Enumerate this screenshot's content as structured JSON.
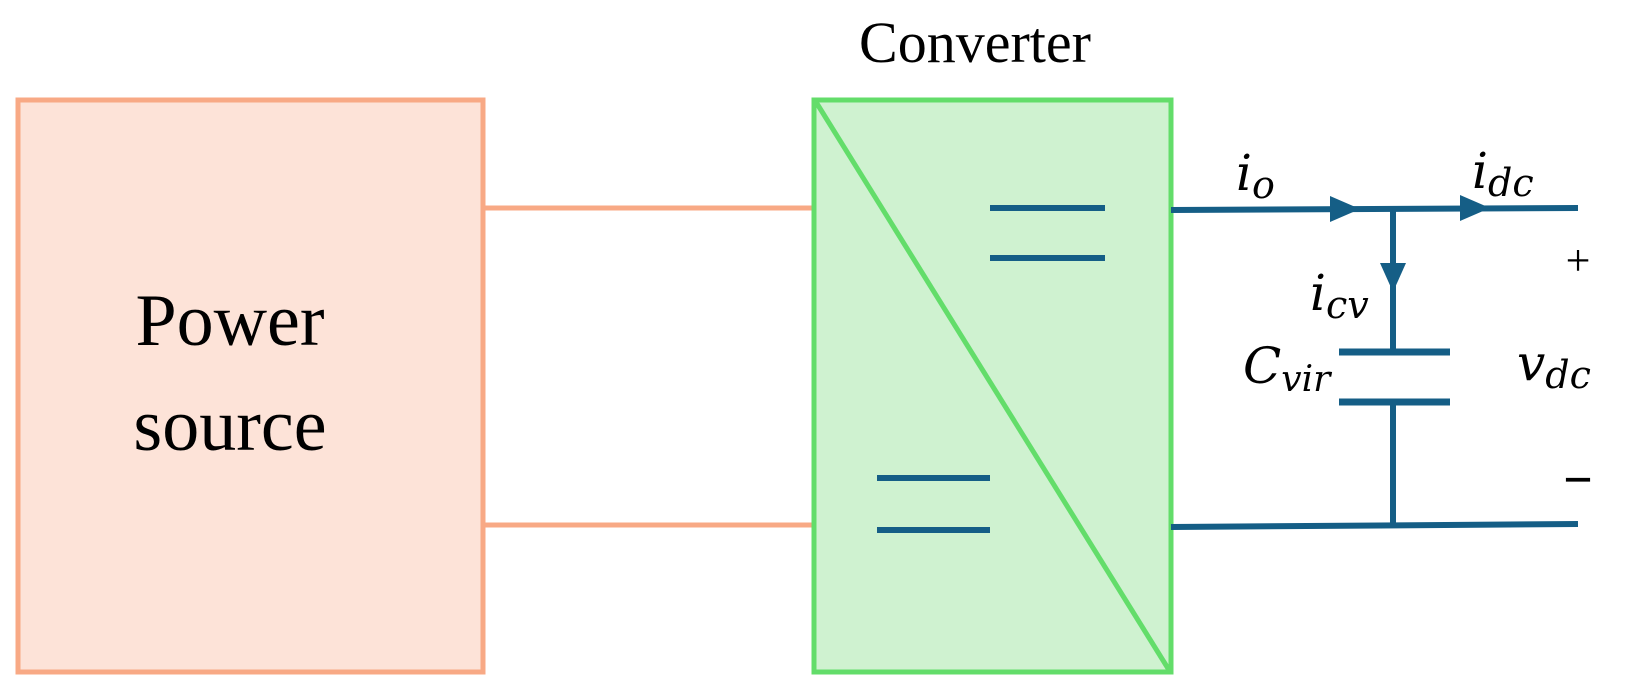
{
  "colors": {
    "source_fill": "#fde3d8",
    "source_stroke": "#f8a985",
    "converter_fill": "#cff2d0",
    "converter_stroke": "#63dd6a",
    "dc_line": "#155e86",
    "text": "#000000"
  },
  "power_source": {
    "label_line1": "Power",
    "label_line2": "source"
  },
  "converter": {
    "title": "Converter"
  },
  "labels": {
    "io_main": "i",
    "io_sub": "o",
    "idc_main": "i",
    "idc_sub": "dc",
    "icv_main": "i",
    "icv_sub": "cv",
    "cvir_main": "C",
    "cvir_sub": "vir",
    "vdc_main": "v",
    "vdc_sub": "dc",
    "plus": "+",
    "minus": "−"
  }
}
